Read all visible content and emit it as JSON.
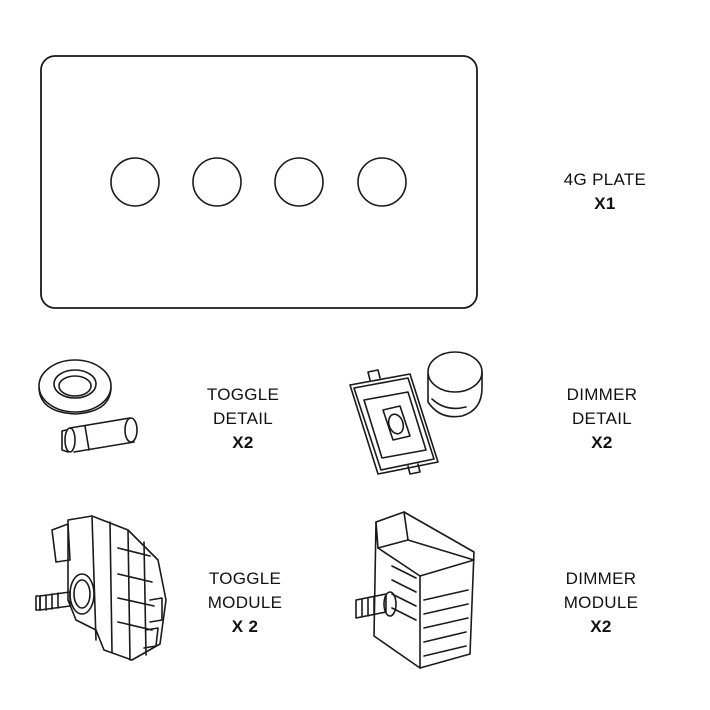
{
  "items": {
    "plate": {
      "name_lines": [
        "4G PLATE"
      ],
      "qty": "X1",
      "hole_count": 4
    },
    "toggle_detail": {
      "name_lines": [
        "TOGGLE",
        "DETAIL"
      ],
      "qty": "X2"
    },
    "dimmer_detail": {
      "name_lines": [
        "DIMMER",
        "DETAIL"
      ],
      "qty": "X2"
    },
    "toggle_module": {
      "name_lines": [
        "TOGGLE",
        "MODULE"
      ],
      "qty": "X 2"
    },
    "dimmer_module": {
      "name_lines": [
        "DIMMER",
        "MODULE"
      ],
      "qty": "X2"
    }
  },
  "style": {
    "stroke_color": "#1a1a1a",
    "background": "#ffffff"
  }
}
